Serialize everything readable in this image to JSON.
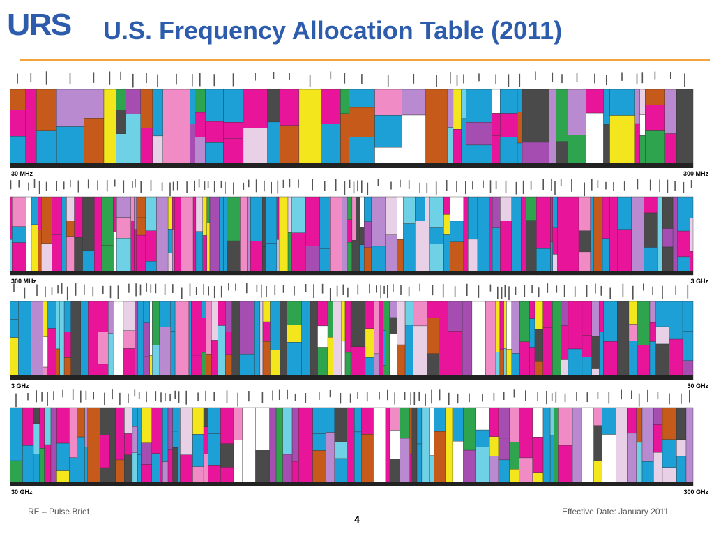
{
  "header": {
    "logo_text": "URS",
    "title": "U.S. Frequency Allocation Table (2011)",
    "accent_color": "#2c5cab",
    "rule_color": "#f5a43c"
  },
  "footer": {
    "left": "RE – Pulse Brief",
    "right": "Effective Date: January 2011",
    "page": "4"
  },
  "chart_data": {
    "type": "table",
    "palette": [
      "#e8149a",
      "#e8149a",
      "#1da0d5",
      "#1da0d5",
      "#e8d0e6",
      "#f3e61c",
      "#a64db1",
      "#c65a1a",
      "#ffffff",
      "#2ea44f",
      "#6fd1e6",
      "#f08bc6",
      "#4a4a4a",
      "#e8149a",
      "#1da0d5",
      "#b98ad0"
    ],
    "rows": [
      {
        "start_label": "30 MHz",
        "end_label": "300 MHz"
      },
      {
        "start_label": "300 MHz",
        "end_label": "3 GHz"
      },
      {
        "start_label": "3 GHz",
        "end_label": "30 GHz"
      },
      {
        "start_label": "30 GHz",
        "end_label": "300 GHz"
      }
    ]
  }
}
